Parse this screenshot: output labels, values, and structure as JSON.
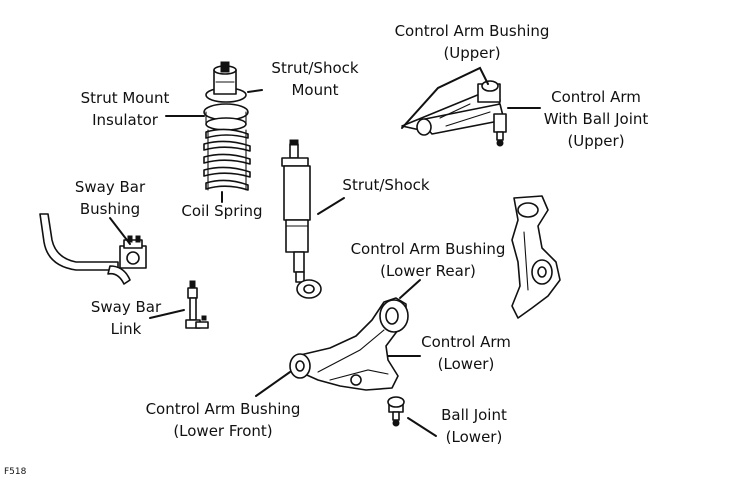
{
  "labels": {
    "cab_upper": [
      "Control Arm Bushing",
      "(Upper)"
    ],
    "strut_shock_mount": [
      "Strut/Shock",
      "Mount"
    ],
    "control_arm_upper": [
      "Control Arm",
      "With Ball Joint",
      "(Upper)"
    ],
    "strut_mount_insulator": [
      "Strut Mount",
      "Insulator"
    ],
    "sway_bar_bushing": [
      "Sway Bar",
      "Bushing"
    ],
    "coil_spring": [
      "Coil Spring"
    ],
    "strut_shock": [
      "Strut/Shock"
    ],
    "cab_lower_rear": [
      "Control Arm Bushing",
      "(Lower Rear)"
    ],
    "sway_bar_link": [
      "Sway Bar",
      "Link"
    ],
    "control_arm_lower": [
      "Control Arm",
      "(Lower)"
    ],
    "cab_lower_front": [
      "Control Arm Bushing",
      "(Lower Front)"
    ],
    "ball_joint_lower": [
      "Ball Joint",
      "(Lower)"
    ]
  },
  "figure_id": "F518",
  "colors": {
    "ink": "#111111",
    "background": "#ffffff"
  }
}
